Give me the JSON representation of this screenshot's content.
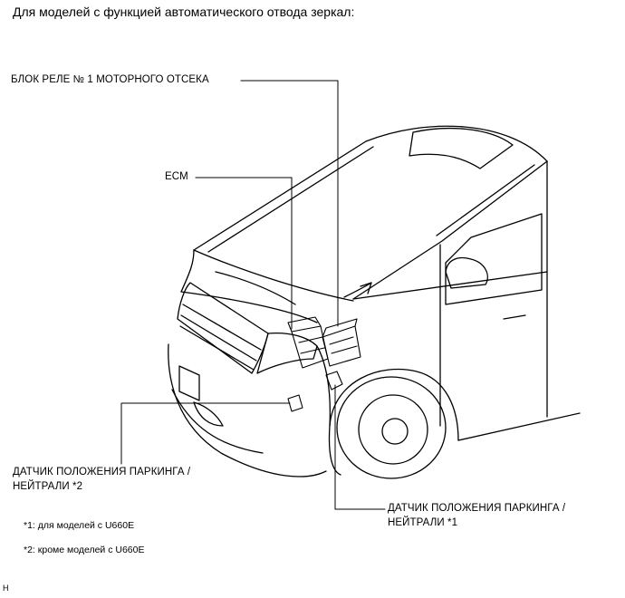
{
  "heading": "Для моделей с функцией автоматического отвода зеркал:",
  "labels": {
    "relay_block": "БЛОК РЕЛЕ № 1 МОТОРНОГО ОТСЕКА",
    "ecm": "ECM",
    "sensor2_line1": "ДАТЧИК ПОЛОЖЕНИЯ ПАРКИНГА /",
    "sensor2_line2": "НЕЙТРАЛИ  *2",
    "sensor1_line1": "ДАТЧИК ПОЛОЖЕНИЯ ПАРКИНГА /",
    "sensor1_line2": "НЕЙТРАЛИ  *1"
  },
  "notes": {
    "note1": "*1: для моделей с U660E",
    "note2": "*2: кроме моделей с U660E"
  },
  "corner_mark": "H"
}
